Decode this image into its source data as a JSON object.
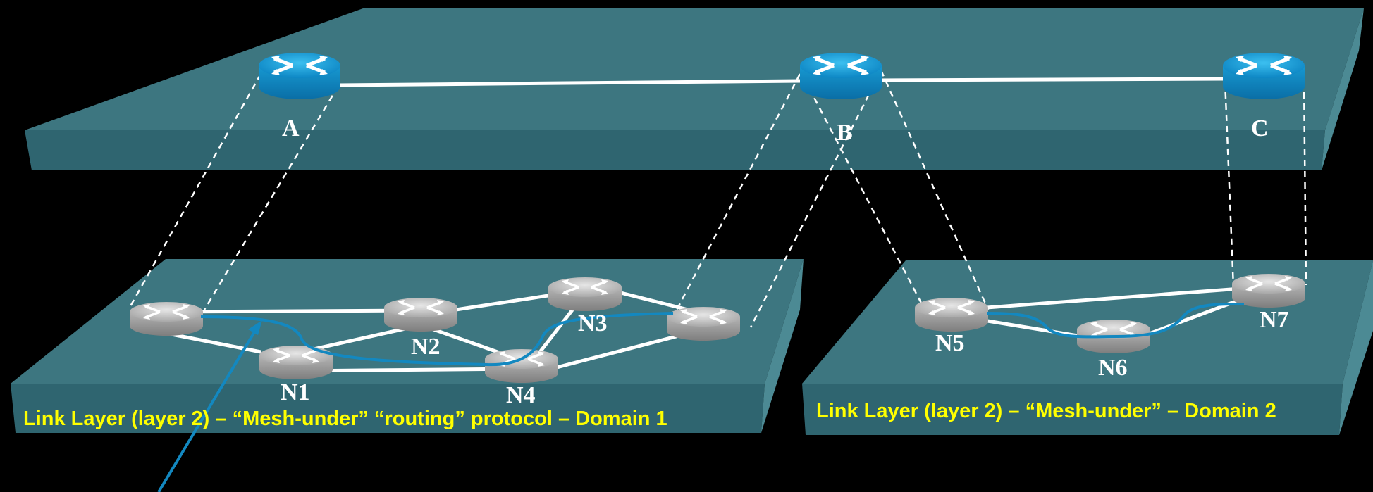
{
  "colors": {
    "background": "#000000",
    "plane": "#3d7680",
    "router_core": "#1aa0d8",
    "router_node": "#b8b8b8",
    "route_path": "#1388c0",
    "domain_label": "#ffff00"
  },
  "core_routers": {
    "a": "A",
    "b": "B",
    "c": "C"
  },
  "mesh_nodes": {
    "n1": "N1",
    "n2": "N2",
    "n3": "N3",
    "n4": "N4",
    "n5": "N5",
    "n6": "N6",
    "n7": "N7"
  },
  "domains": {
    "domain1": "Link Layer (layer 2) – “Mesh-under” “routing” protocol – Domain 1",
    "domain2": "Link Layer (layer 2) – “Mesh-under” – Domain 2"
  }
}
